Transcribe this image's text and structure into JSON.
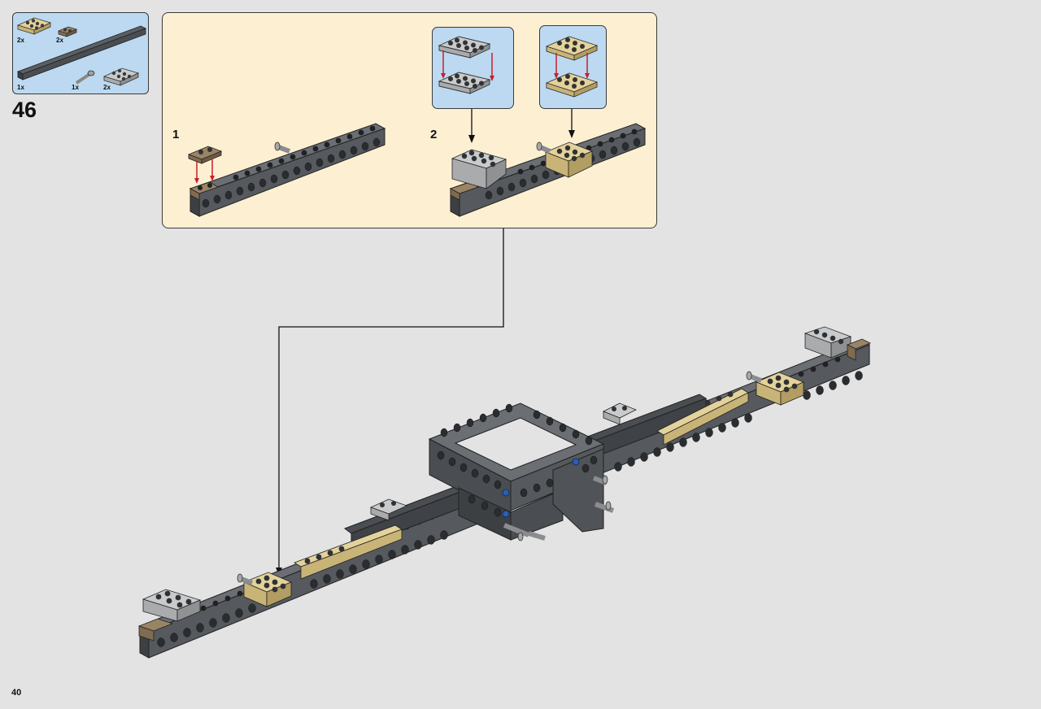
{
  "parts_list": {
    "items": [
      {
        "qty": "2x",
        "name": "tan-plate-2x3-icon"
      },
      {
        "qty": "2x",
        "name": "dark-tan-plate-1x2-icon"
      },
      {
        "qty": "1x",
        "name": "technic-beam-1x16-icon"
      },
      {
        "qty": "1x",
        "name": "technic-pin-icon"
      },
      {
        "qty": "2x",
        "name": "light-gray-plate-2x3-icon"
      }
    ]
  },
  "step": {
    "number": "46"
  },
  "substeps": [
    {
      "label": "1"
    },
    {
      "label": "2"
    }
  ],
  "page": {
    "number": "40"
  },
  "colors": {
    "background": "#e3e3e3",
    "parts_box": "#bcd9f1",
    "substep_panel": "#fdf0d2",
    "dark_gray": "#5b5f63",
    "light_gray": "#a9abad",
    "tan": "#e4d29b",
    "dark_tan": "#9a8466",
    "arrow_red": "#c8202a"
  }
}
